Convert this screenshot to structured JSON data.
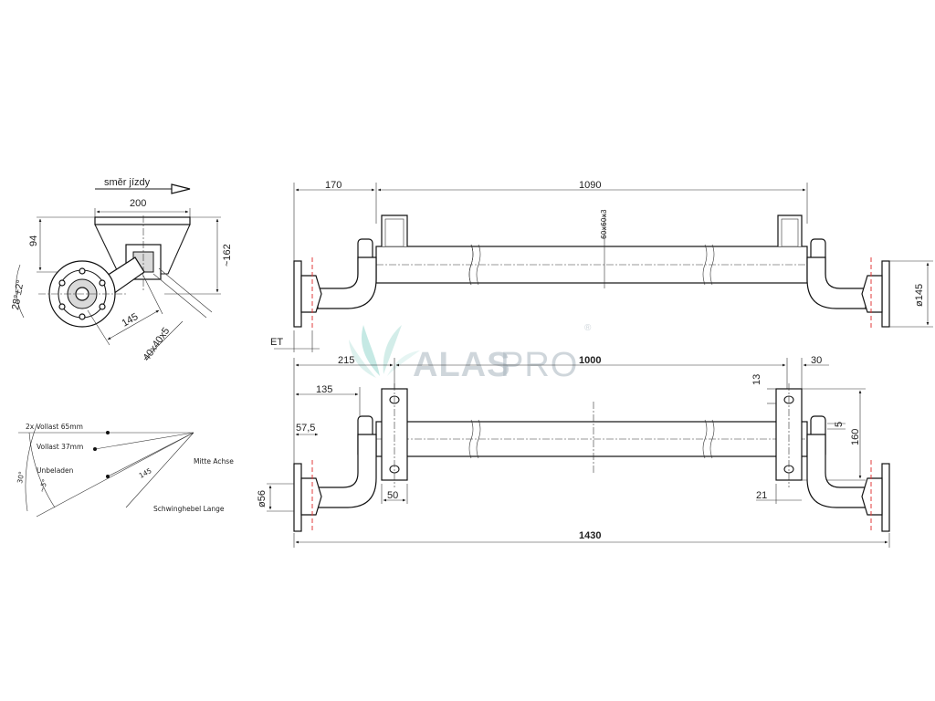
{
  "side_view": {
    "direction_label": "směr jízdy",
    "dim_width": "200",
    "dim_94": "94",
    "dim_162": "~162",
    "dim_angle": "28°±2°",
    "dim_145": "145",
    "dim_tube": "40x40x5"
  },
  "travel_diagram": {
    "label_2x_vollast": "2x Vollast  65mm",
    "label_vollast": "Vollast  37mm",
    "label_unbeladen": "Unbeladen",
    "label_mitte_achse": "Mitte  Achse",
    "label_schwinghebel": "Schwinghebel Lange",
    "angle_a": "30°",
    "angle_b": "~5°",
    "len_145": "145"
  },
  "top_view": {
    "dim_170": "170",
    "dim_1090": "1090",
    "dim_tube": "60x60x3",
    "dim_d145": "ø145",
    "dim_et": "ET"
  },
  "bottom_view": {
    "dim_215": "215",
    "dim_1000": "1000",
    "dim_30": "30",
    "dim_135": "135",
    "dim_13": "13",
    "dim_57_5": "57,5",
    "dim_5": "5",
    "dim_160": "160",
    "dim_d56": "ø56",
    "dim_50": "50",
    "dim_21": "21",
    "dim_1430": "1430"
  },
  "watermark": {
    "brand_a": "ALAS",
    "brand_b": "PRO",
    "reg": "®"
  }
}
